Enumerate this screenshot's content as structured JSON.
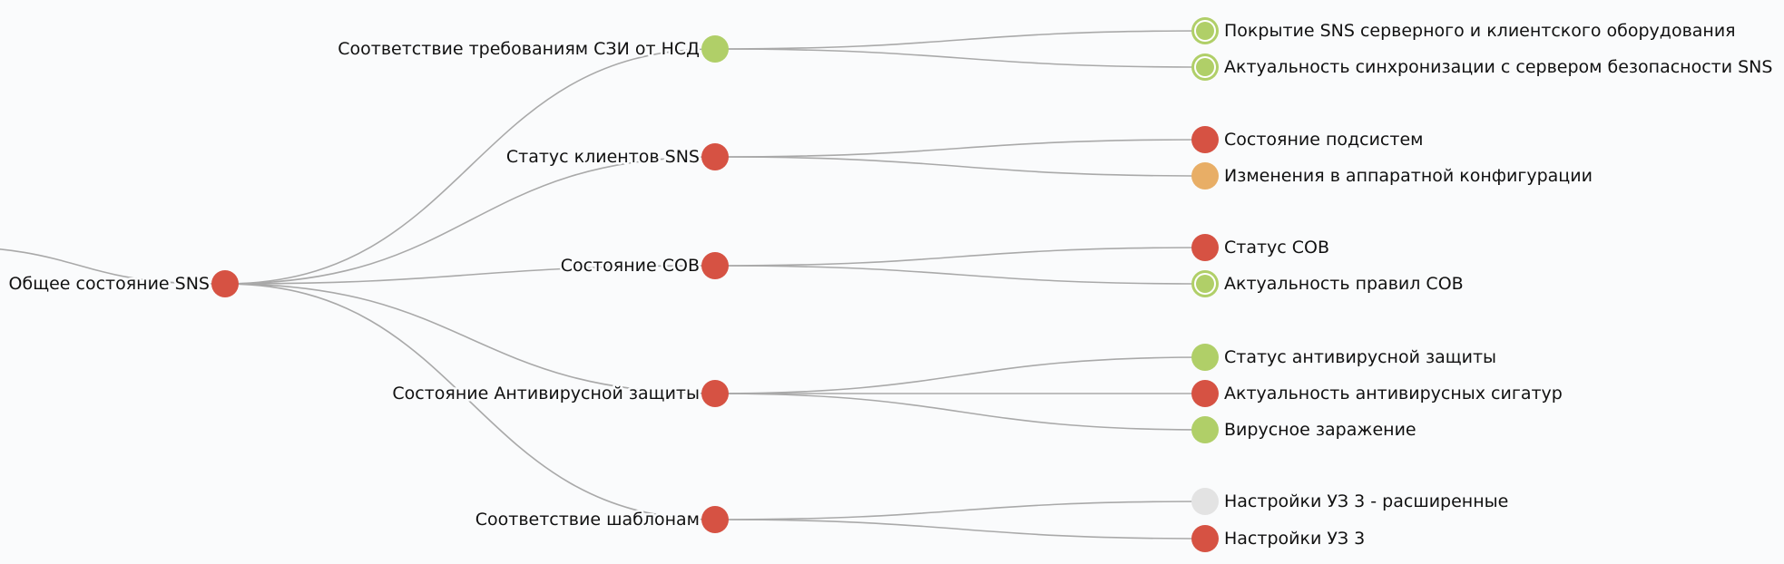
{
  "status_colors": {
    "error": "#d65243",
    "ok": "#b0cf68",
    "warning": "#e8ae66",
    "unknown": "#e3e3e3"
  },
  "tree": {
    "label": "Общее состояние SNS",
    "status": "error",
    "children": [
      {
        "label": "Соответствие требованиям СЗИ от НСД",
        "status": "ok",
        "children": [
          {
            "label": "Покрытие SNS серверного и клиентского оборудования",
            "status": "ok",
            "ring": true
          },
          {
            "label": "Актуальность синхронизации с сервером безопасности SNS",
            "status": "ok",
            "ring": true
          }
        ]
      },
      {
        "label": "Статус клиентов SNS",
        "status": "error",
        "children": [
          {
            "label": "Состояние подсистем",
            "status": "error"
          },
          {
            "label": "Изменения в аппаратной конфигурации",
            "status": "warning"
          }
        ]
      },
      {
        "label": "Состояние СОВ",
        "status": "error",
        "children": [
          {
            "label": "Статус СОВ",
            "status": "error"
          },
          {
            "label": "Актуальность правил СОВ",
            "status": "ok",
            "ring": true
          }
        ]
      },
      {
        "label": "Состояние Антивирусной защиты",
        "status": "error",
        "children": [
          {
            "label": "Статус антивирусной защиты",
            "status": "ok"
          },
          {
            "label": "Актуальность антивирусных сигатур",
            "status": "error"
          },
          {
            "label": "Вирусное заражение",
            "status": "ok"
          }
        ]
      },
      {
        "label": "Соответствие шаблонам",
        "status": "error",
        "children": [
          {
            "label": "Настройки УЗ 3 - расширенные",
            "status": "unknown"
          },
          {
            "label": "Настройки УЗ 3",
            "status": "error"
          }
        ]
      }
    ]
  }
}
